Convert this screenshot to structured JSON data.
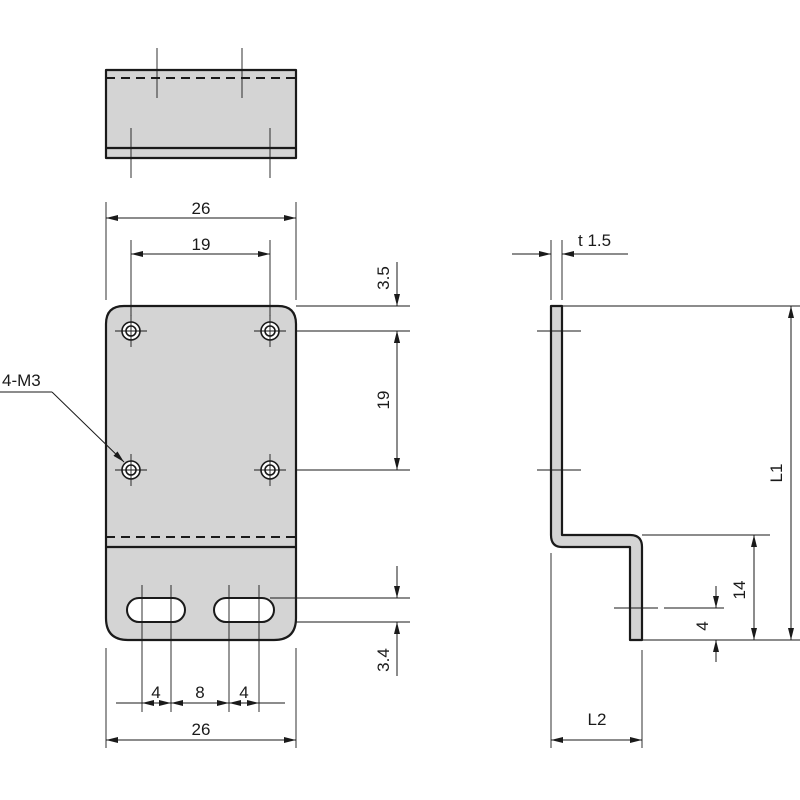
{
  "dimensions": {
    "width_overall_top": "26",
    "hole_spacing_horizontal": "19",
    "top_edge_to_hole": "3.5",
    "hole_spacing_vertical": "19",
    "slot_edge_offset": "3.4",
    "slot_width_left": "4",
    "slot_spacing": "8",
    "slot_width_right": "4",
    "width_overall_bottom": "26",
    "thickness": "t 1.5",
    "length_l1": "L1",
    "offset_14": "14",
    "offset_4": "4",
    "length_l2": "L2"
  },
  "callouts": {
    "tapped_holes": "4-M3"
  },
  "colors": {
    "part_fill": "#d4d4d4",
    "line": "#1a1a1a",
    "background": "#ffffff"
  }
}
